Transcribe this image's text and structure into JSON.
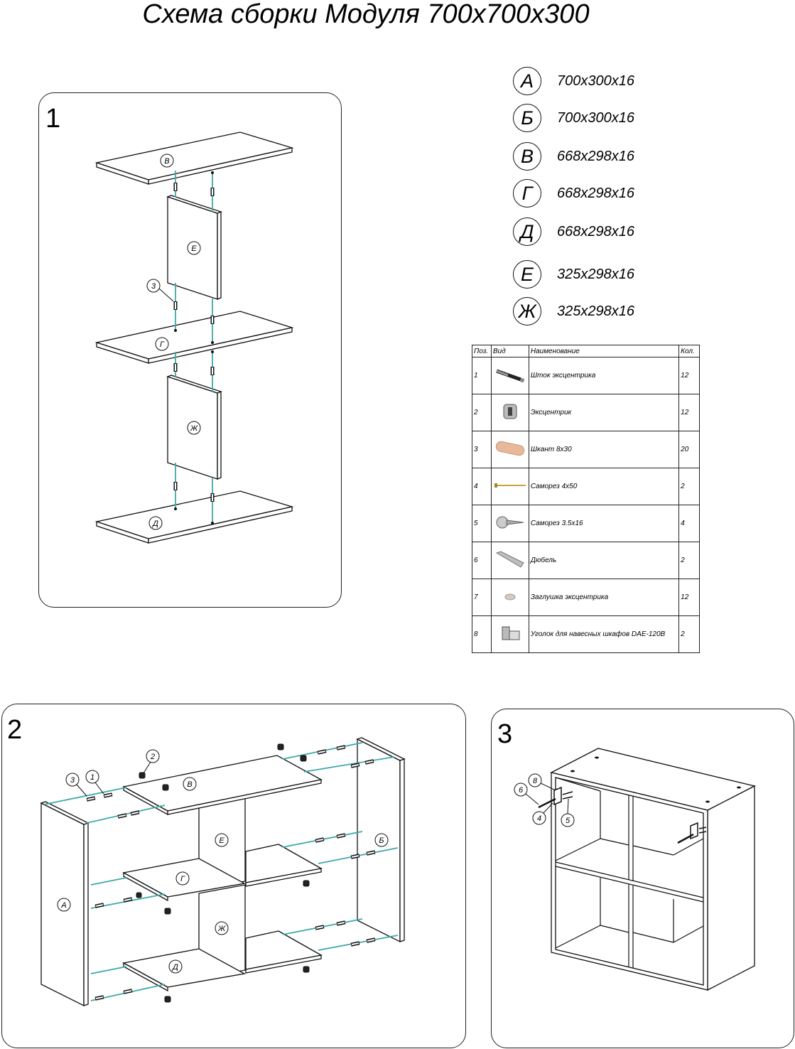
{
  "title": "Схема сборки Модуля 700х700х300",
  "panels": {
    "p1": "1",
    "p2": "2",
    "p3": "3"
  },
  "specs": [
    {
      "letter": "А",
      "dims": "700x300x16"
    },
    {
      "letter": "Б",
      "dims": "700x300x16"
    },
    {
      "letter": "В",
      "dims": "668x298x16"
    },
    {
      "letter": "Г",
      "dims": "668x298x16"
    },
    {
      "letter": "Д",
      "dims": "668x298x16"
    },
    {
      "letter": "Е",
      "dims": "325x298x16"
    },
    {
      "letter": "Ж",
      "dims": "325x298x16"
    }
  ],
  "parts_table": {
    "headers": [
      "Поз.",
      "Вид",
      "Наименование",
      "Кол."
    ],
    "rows": [
      {
        "pos": "1",
        "icon": "eccentric-rod-icon",
        "name": "Шток эксцентрика",
        "qty": "12"
      },
      {
        "pos": "2",
        "icon": "eccentric-icon",
        "name": "Эксцентрик",
        "qty": "12"
      },
      {
        "pos": "3",
        "icon": "dowel-icon",
        "name": "Шкант 8х30",
        "qty": "20"
      },
      {
        "pos": "4",
        "icon": "long-screw-icon",
        "name": "Саморез 4х50",
        "qty": "2"
      },
      {
        "pos": "5",
        "icon": "short-screw-icon",
        "name": "Саморез 3.5х16",
        "qty": "4"
      },
      {
        "pos": "6",
        "icon": "wall-plug-icon",
        "name": "Дюбель",
        "qty": "2"
      },
      {
        "pos": "7",
        "icon": "eccentric-cap-icon",
        "name": "Заглушка эксцентрика",
        "qty": "12"
      },
      {
        "pos": "8",
        "icon": "hanging-bracket-icon",
        "name": "Уголок для навесных шкафов DAE-120B",
        "qty": "2"
      }
    ]
  },
  "diagram1_labels": {
    "top": "В",
    "mid": "Г",
    "bottom": "Д",
    "upper_side": "Е",
    "lower_side": "Ж",
    "dowel": "3"
  },
  "diagram2_labels": {
    "left": "А",
    "right": "Б",
    "top": "В",
    "mid": "Г",
    "bottom": "Д",
    "upper_div": "Е",
    "lower_div": "Ж",
    "eccentric": "2",
    "dowel": "3",
    "rod": "1"
  },
  "diagram3_labels": {
    "bracket": "8",
    "plug": "6",
    "long_screw": "4",
    "short_screw": "5"
  },
  "colors": {
    "connector": "#3fa9a8",
    "line": "#111111"
  }
}
